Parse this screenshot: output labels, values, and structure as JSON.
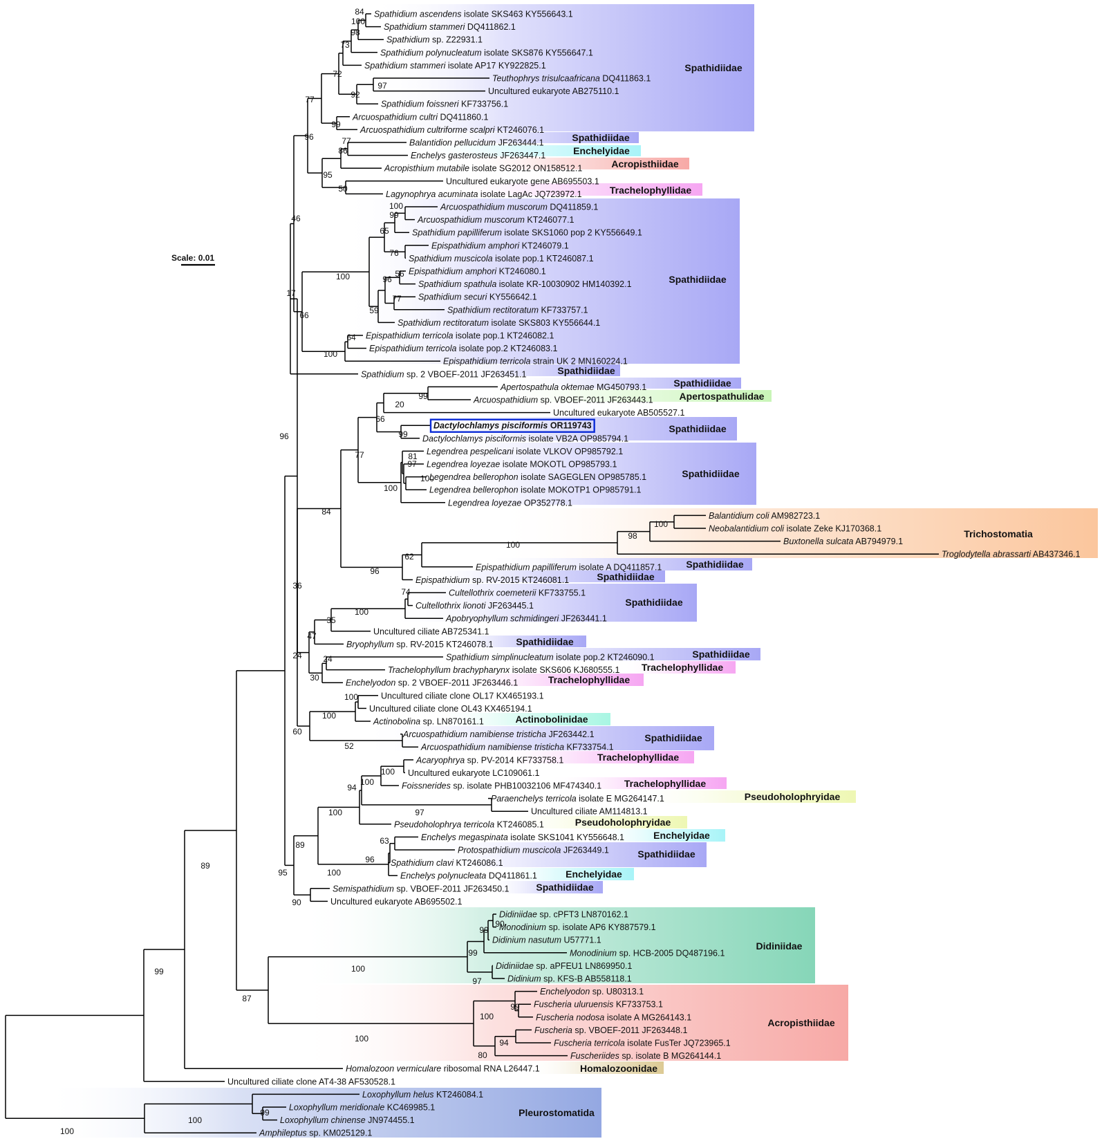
{
  "scale": {
    "label": "Scale: 0.01"
  },
  "families": {
    "spa": "Spathidiidae",
    "enc": "Enchelyidae",
    "acr": "Acropisthiidae",
    "tra": "Trachelophyllidae",
    "ape": "Apertospathulidae",
    "tri": "Trichostomatia",
    "act": "Actinobolinidae",
    "pse": "Pseudoholophryidae",
    "did": "Didiniidae",
    "hom": "Homalozoonidae",
    "ple": "Pleurostomatida"
  },
  "family_colors": {
    "spa": "#a8a8f5",
    "enc": "#a8f4f8",
    "acr": "#f7a9a6",
    "tra": "#f6a6f2",
    "ape": "#c9f5b8",
    "tri": "#fbc69d",
    "act": "#a8f6e3",
    "pse": "#eef7b3",
    "did": "#86d6b8",
    "hom": "#dcca94",
    "ple": "#94a8e2"
  },
  "highlight_color": "#0a2bd6",
  "taxa": [
    {
      "i": "Spathidium ascendens",
      "r": " isolate SKS463 KY556643.1"
    },
    {
      "i": "Spathidium stammeri",
      "r": " DQ411862.1"
    },
    {
      "i": "Spathidium",
      "r": " sp. Z22931.1"
    },
    {
      "i": "Spathidium polynucleatum",
      "r": " isolate SKS876 KY556647.1"
    },
    {
      "i": "Spathidium stammeri",
      "r": " isolate AP17 KY922825.1"
    },
    {
      "i": "Teuthophrys trisulcaafricana",
      "r": " DQ411863.1"
    },
    {
      "i": "",
      "r": "Uncultured eukaryote AB275110.1"
    },
    {
      "i": "Spathidium foissneri",
      "r": " KF733756.1"
    },
    {
      "i": "Arcuospathidium cultri",
      "r": " DQ411860.1"
    },
    {
      "i": "Arcuospathidium cultriforme scalpri",
      "r": " KT246076.1"
    },
    {
      "i": "Balantidion pellucidum",
      "r": " JF263444.1"
    },
    {
      "i": "Enchelys gasterosteus",
      "r": " JF263447.1"
    },
    {
      "i": "Acropisthium mutabile",
      "r": " isolate SG2012 ON158512.1"
    },
    {
      "i": "",
      "r": "Uncultured eukaryote gene AB695503.1"
    },
    {
      "i": "Lagynophrya acuminata",
      "r": " isolate LagAc JQ723972.1"
    },
    {
      "i": "Arcuospathidium muscorum",
      "r": " DQ411859.1"
    },
    {
      "i": "Arcuospathidium muscorum",
      "r": " KT246077.1"
    },
    {
      "i": "Spathidium papilliferum",
      "r": " isolate SKS1060 pop 2 KY556649.1"
    },
    {
      "i": "Epispathidium amphori",
      "r": " KT246079.1"
    },
    {
      "i": "Spathidium muscicola",
      "r": " isolate pop.1 KT246087.1"
    },
    {
      "i": "Epispathidium amphori",
      "r": " KT246080.1"
    },
    {
      "i": "Spathidium spathula",
      "r": " isolate KR-10030902 HM140392.1"
    },
    {
      "i": "Spathidium securi",
      "r": " KY556642.1"
    },
    {
      "i": "Spathidium rectitoratum",
      "r": " KF733757.1"
    },
    {
      "i": "Spathidium rectitoratum",
      "r": " isolate SKS803 KY556644.1"
    },
    {
      "i": "Epispathidium terricola",
      "r": " isolate pop.1 KT246082.1"
    },
    {
      "i": "Epispathidium terricola",
      "r": " isolate pop.2 KT246083.1"
    },
    {
      "i": "Epispathidium terricola",
      "r": " strain UK 2 MN160224.1"
    },
    {
      "i": "Spathidium",
      "r": " sp. 2 VBOEF-2011 JF263451.1"
    },
    {
      "i": "Apertospathula oktemae",
      "r": " MG450793.1"
    },
    {
      "i": "Arcuospathidium",
      "r": " sp. VBOEF-2011 JF263443.1"
    },
    {
      "i": "",
      "r": "Uncultured eukaryote AB505527.1"
    },
    {
      "i": "Dactylochlamys pisciformis",
      "r": " OR119743"
    },
    {
      "i": "Dactylochlamys pisciformis",
      "r": " isolate VB2A OP985794.1"
    },
    {
      "i": "Legendrea pespelicani",
      "r": " isolate VLKOV OP985792.1"
    },
    {
      "i": "Legendrea loyezae",
      "r": " isolate MOKOTL OP985793.1"
    },
    {
      "i": "Legendrea bellerophon",
      "r": " isolate SAGEGLEN OP985785.1"
    },
    {
      "i": "Legendrea bellerophon",
      "r": " isolate MOKOTP1 OP985791.1"
    },
    {
      "i": "Legendrea loyezae",
      "r": " OP352778.1"
    },
    {
      "i": "Balantidium coli",
      "r": " AM982723.1"
    },
    {
      "i": "Neobalantidium coli",
      "r": " isolate Zeke KJ170368.1"
    },
    {
      "i": "Buxtonella sulcata",
      "r": " AB794979.1"
    },
    {
      "i": "Troglodytella abrassarti",
      "r": " AB437346.1"
    },
    {
      "i": "Epispathidium papilliferum",
      "r": " isolate A DQ411857.1"
    },
    {
      "i": "Epispathidium",
      "r": " sp. RV-2015 KT246081.1"
    },
    {
      "i": "Cultellothrix coemeterii",
      "r": " KF733755.1"
    },
    {
      "i": "Cultellothrix lionoti",
      "r": " JF263445.1"
    },
    {
      "i": "Apobryophyllum schmidingeri",
      "r": " JF263441.1"
    },
    {
      "i": "",
      "r": "Uncultured ciliate AB725341.1"
    },
    {
      "i": "Bryophyllum",
      "r": " sp. RV-2015 KT246078.1"
    },
    {
      "i": "Spathidium simplinucleatum",
      "r": " isolate pop.2 KT246090.1"
    },
    {
      "i": "Trachelophyllum brachypharynx",
      "r": " isolate SKS606 KJ680555.1"
    },
    {
      "i": "Enchelyodon",
      "r": " sp. 2 VBOEF-2011 JF263446.1"
    },
    {
      "i": "",
      "r": "Uncultured ciliate clone OL17 KX465193.1"
    },
    {
      "i": "",
      "r": "Uncultured ciliate clone OL43 KX465194.1"
    },
    {
      "i": "Actinobolina",
      "r": " sp. LN870161.1"
    },
    {
      "i": "Arcuospathidium namibiense tristicha",
      "r": " JF263442.1"
    },
    {
      "i": "Arcuospathidium namibiense tristicha",
      "r": " KF733754.1"
    },
    {
      "i": "Acaryophrya",
      "r": " sp. PV-2014 KF733758.1"
    },
    {
      "i": "",
      "r": "Uncultured eukaryote LC109061.1"
    },
    {
      "i": "Foissnerides",
      "r": " sp. isolate PHB10032106 MF474340.1"
    },
    {
      "i": "Paraenchelys terricola",
      "r": " isolate E MG264147.1"
    },
    {
      "i": "",
      "r": "Uncultured ciliate AM114813.1"
    },
    {
      "i": "Pseudoholophrya terricola",
      "r": " KT246085.1"
    },
    {
      "i": "Enchelys megaspinata",
      "r": " isolate SKS1041 KY556648.1"
    },
    {
      "i": "Protospathidium muscicola",
      "r": " JF263449.1"
    },
    {
      "i": "Spathidium clavi",
      "r": " KT246086.1"
    },
    {
      "i": "Enchelys polynucleata",
      "r": " DQ411861.1"
    },
    {
      "i": "Semispathidium",
      "r": " sp. VBOEF-2011 JF263450.1"
    },
    {
      "i": "",
      "r": "Uncultured eukaryote AB695502.1"
    },
    {
      "i": "Didiniidae",
      "r": " sp. cPFT3 LN870162.1"
    },
    {
      "i": "Monodinium",
      "r": " sp. isolate AP6 KY887579.1"
    },
    {
      "i": "Didinium nasutum",
      "r": " U57771.1"
    },
    {
      "i": "Monodinium",
      "r": " sp. HCB-2005 DQ487196.1"
    },
    {
      "i": "Didiniidae",
      "r": " sp. aPFEU1 LN869950.1"
    },
    {
      "i": "Didinium",
      "r": " sp. KFS-B AB558118.1"
    },
    {
      "i": "Enchelyodon",
      "r": " sp. U80313.1"
    },
    {
      "i": "Fuscheria uluruensis",
      "r": " KF733753.1"
    },
    {
      "i": "Fuscheria nodosa",
      "r": " isolate A MG264143.1"
    },
    {
      "i": "Fuscheria",
      "r": " sp. VBOEF-2011 JF263448.1"
    },
    {
      "i": "Fuscheria terricola",
      "r": " isolate FusTer JQ723965.1"
    },
    {
      "i": "Fuscheriides",
      "r": " sp. isolate B MG264144.1"
    },
    {
      "i": "Homalozoon vermiculare",
      "r": " ribosomal RNA L26447.1"
    },
    {
      "i": "",
      "r": "Uncultured ciliate clone AT4-38 AF530528.1"
    },
    {
      "i": "Loxophyllum helus",
      "r": " KT246084.1"
    },
    {
      "i": "Loxophyllum meridionale",
      "r": " KC469985.1"
    },
    {
      "i": "Loxophyllum chinense",
      "r": " JN974455.1"
    },
    {
      "i": "Amphileptus",
      "r": " sp. KM025129.1"
    }
  ],
  "supports": [
    "84",
    "100",
    "98",
    "73",
    "72",
    "92",
    "97",
    "77",
    "99",
    "96",
    "77",
    "86",
    "95",
    "50",
    "100",
    "99",
    "65",
    "76",
    "56",
    "96",
    "77",
    "59",
    "100",
    "64",
    "100",
    "66",
    "17",
    "46",
    "99",
    "20",
    "99",
    "66",
    "81",
    "97",
    "100",
    "100",
    "77",
    "100",
    "98",
    "100",
    "62",
    "96",
    "84",
    "74",
    "100",
    "35",
    "47",
    "24",
    "30",
    "24",
    "36",
    "100",
    "100",
    "60",
    "52",
    "100",
    "100",
    "94",
    "100",
    "97",
    "63",
    "96",
    "100",
    "89",
    "90",
    "95",
    "96",
    "90",
    "99",
    "99",
    "97",
    "100",
    "99",
    "100",
    "94",
    "80",
    "100",
    "87",
    "89",
    "99",
    "99",
    "100",
    "100"
  ]
}
